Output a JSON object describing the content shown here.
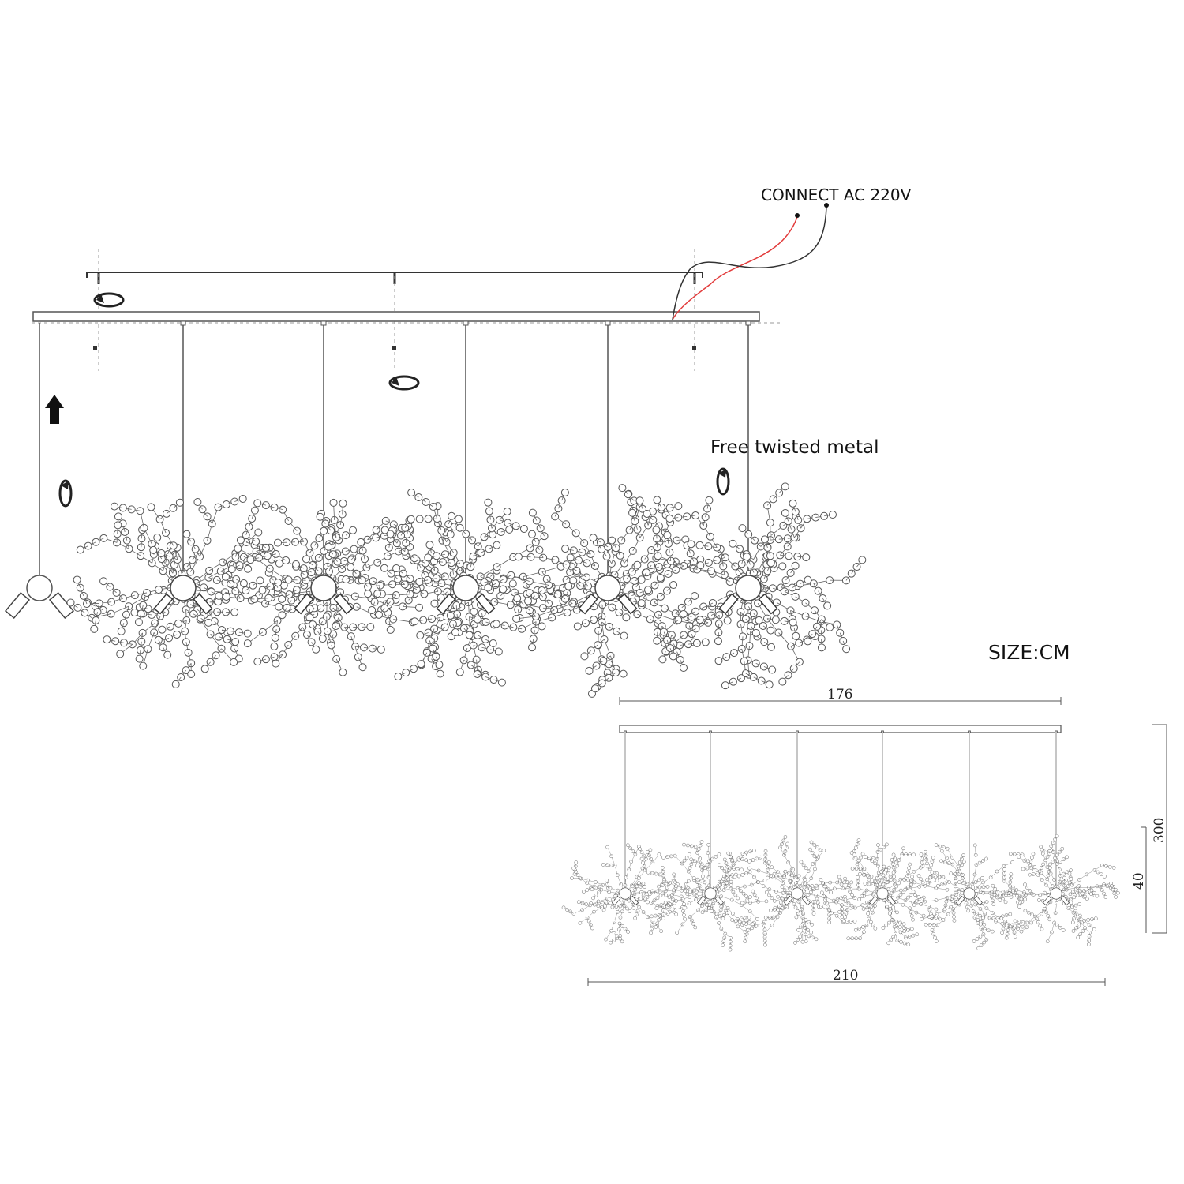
{
  "labels": {
    "connect": "CONNECT AC 220V",
    "free_twisted": "Free twisted metal",
    "size_unit": "SIZE:CM"
  },
  "dimensions": {
    "canopy_width": "176",
    "total_width": "210",
    "total_height": "300",
    "cluster_height": "40"
  },
  "colors": {
    "live_wire": "#e23b3b",
    "neutral_wire": "#333333",
    "line": "#555555"
  },
  "icons": [
    "rotate-icon",
    "up-arrow-icon",
    "bulb-icon"
  ]
}
